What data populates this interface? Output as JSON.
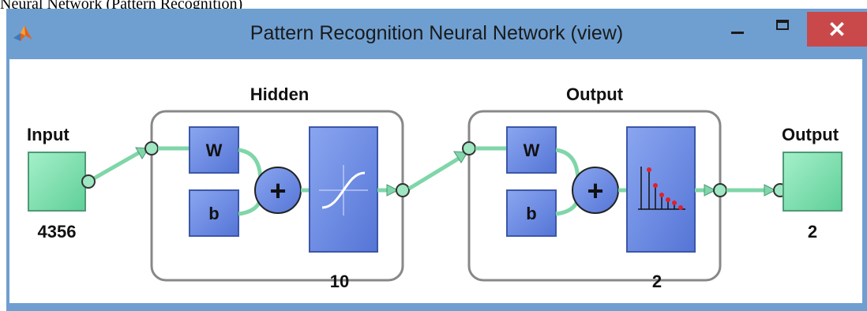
{
  "caption": "Neural Network (Pattern Recognition)",
  "window": {
    "title": "Pattern Recognition Neural Network (view)",
    "icon": "matlab-icon",
    "controls": {
      "minimize": "minimize-icon",
      "maximize": "maximize-icon",
      "close_label": "✕"
    }
  },
  "diagram": {
    "input": {
      "label": "Input",
      "size": "4356"
    },
    "hidden": {
      "label": "Hidden",
      "weight_label": "W",
      "bias_label": "b",
      "sum_symbol": "+",
      "transfer": "sigmoid-icon",
      "neurons": "10"
    },
    "output_layer": {
      "label": "Output",
      "weight_label": "W",
      "bias_label": "b",
      "sum_symbol": "+",
      "transfer": "softmax-icon",
      "neurons": "2"
    },
    "output": {
      "label": "Output",
      "size": "2"
    }
  },
  "colors": {
    "titlebar": "#6f9fd1",
    "close": "#c9494a",
    "block": "#6f8fe0",
    "io_box": "#7ee0b0",
    "connector": "#7fd6a8"
  }
}
